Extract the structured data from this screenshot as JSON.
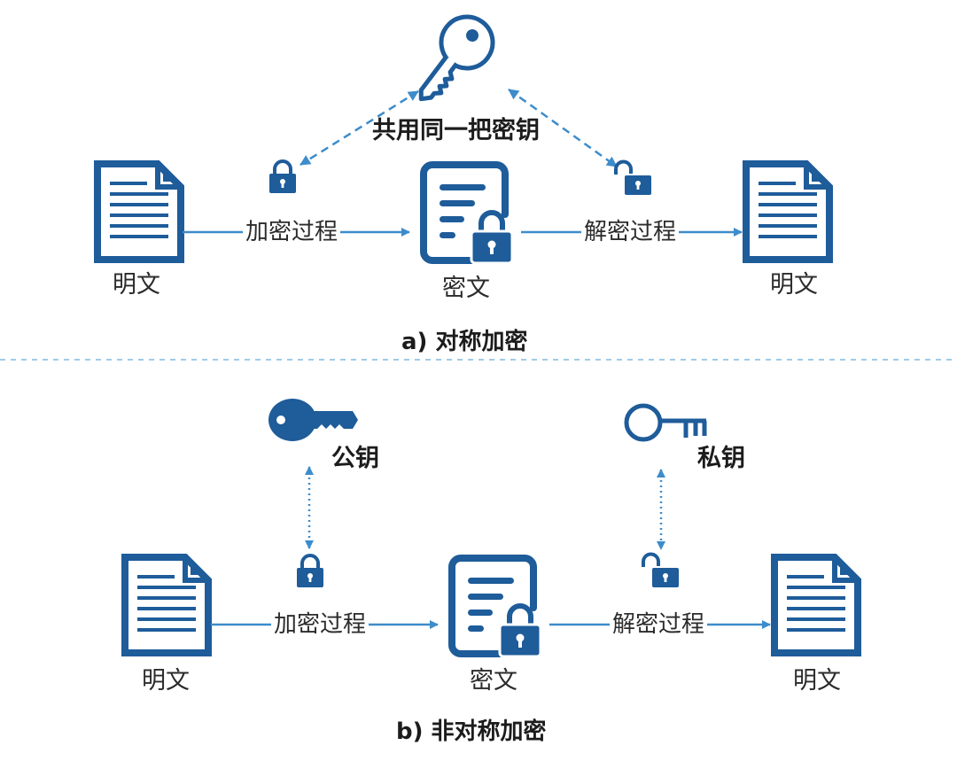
{
  "colors": {
    "primary": "#1e5c9a",
    "arrow": "#3d8ccb",
    "divider": "#9fcbe8",
    "text": "#2b2b2b"
  },
  "symmetric": {
    "key_label": "共用同一把密钥",
    "plaintext_left": "明文",
    "ciphertext": "密文",
    "plaintext_right": "明文",
    "encrypt_process": "加密过程",
    "decrypt_process": "解密过程",
    "caption": "a) 对称加密",
    "icons": [
      "key-icon",
      "locked-padlock-icon",
      "unlocked-padlock-icon",
      "document-icon",
      "encrypted-document-icon"
    ]
  },
  "asymmetric": {
    "public_key_label": "公钥",
    "private_key_label": "私钥",
    "plaintext_left": "明文",
    "ciphertext": "密文",
    "plaintext_right": "明文",
    "encrypt_process": "加密过程",
    "decrypt_process": "解密过程",
    "caption": "b) 非对称加密",
    "icons": [
      "public-key-icon",
      "private-key-icon",
      "locked-padlock-icon",
      "unlocked-padlock-icon",
      "document-icon",
      "encrypted-document-icon"
    ]
  }
}
